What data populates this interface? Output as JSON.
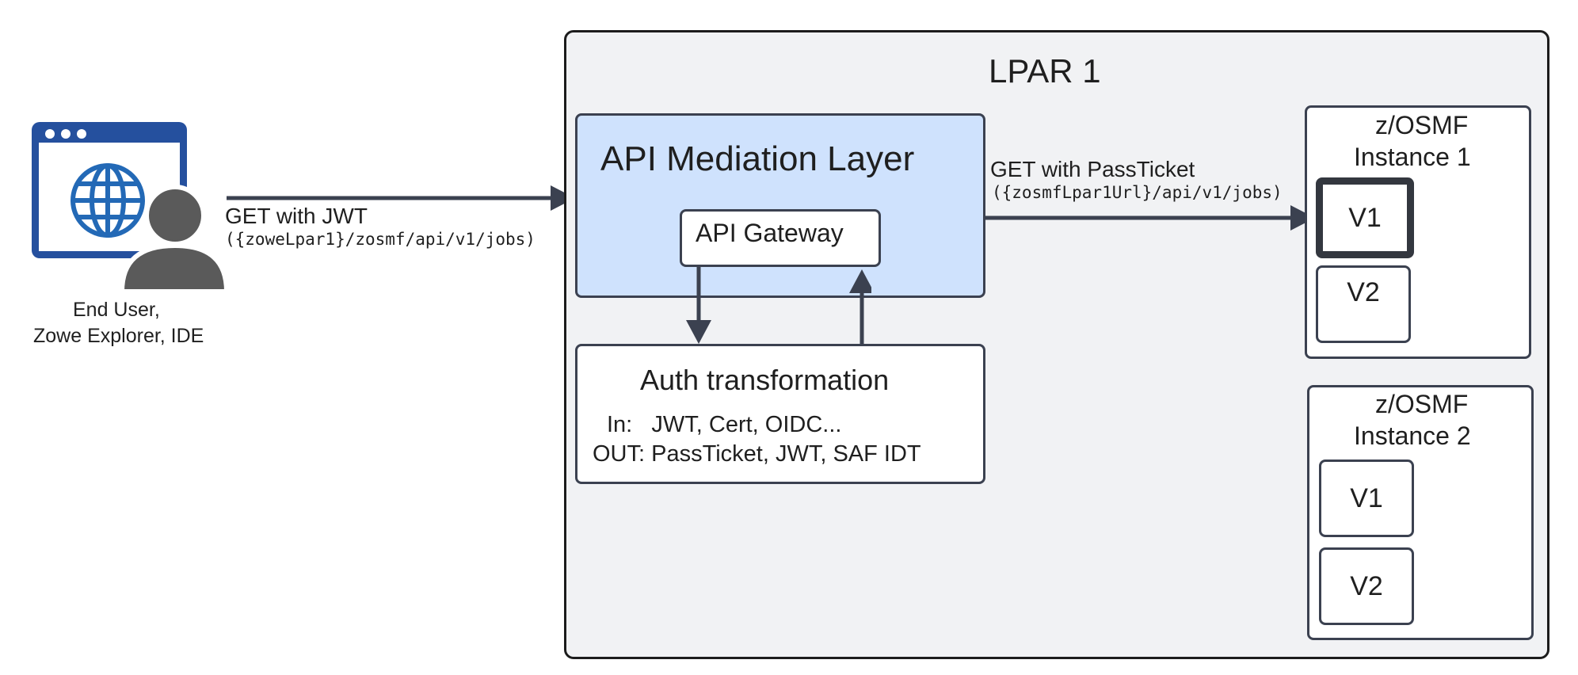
{
  "client": {
    "label_line1": "End User,",
    "label_line2": "Zowe Explorer, IDE"
  },
  "request1": {
    "label": "GET with JWT",
    "url": "({zoweLpar1}/zosmf/api/v1/jobs)"
  },
  "lpar": {
    "title": "LPAR 1"
  },
  "apiml": {
    "title": "API Mediation Layer",
    "gateway_label": "API Gateway"
  },
  "auth": {
    "title": "Auth transformation",
    "in_line": "In:   JWT, Cert, OIDC...",
    "out_line": "OUT: PassTicket, JWT, SAF IDT"
  },
  "request2": {
    "label": "GET with PassTicket",
    "url": "({zosmfLpar1Url}/api/v1/jobs)"
  },
  "zosmf1": {
    "title_line1": "z/OSMF",
    "title_line2": "Instance 1",
    "v1": "V1",
    "v2": "V2"
  },
  "zosmf2": {
    "title_line1": "z/OSMF",
    "title_line2": "Instance 2",
    "v1": "V1",
    "v2": "V2"
  },
  "colors": {
    "apiml_fill": "#cfe2fd",
    "lpar_fill": "#f1f2f4",
    "icon_blue": "#25509e",
    "border": "#3b4150"
  }
}
